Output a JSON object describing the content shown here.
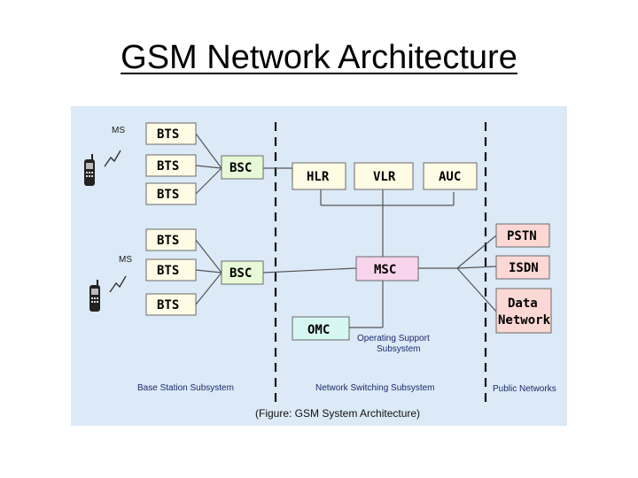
{
  "title": "GSM Network Architecture",
  "colors": {
    "panel": "#dce9f6",
    "bts": "#fffce6",
    "bsc": "#e8f9d8",
    "core": "#fffce6",
    "msc": "#f8d4ec",
    "omc": "#d6f7f1",
    "public": "#fbd8d4",
    "line": "#555555"
  },
  "labels": {
    "ms1": "MS",
    "ms2": "MS",
    "bts": [
      "BTS",
      "BTS",
      "BTS",
      "BTS",
      "BTS",
      "BTS"
    ],
    "bsc1": "BSC",
    "bsc2": "BSC",
    "hlr": "HLR",
    "vlr": "VLR",
    "auc": "AUC",
    "msc": "MSC",
    "omc": "OMC",
    "pstn": "PSTN",
    "isdn": "ISDN",
    "data_network_1": "Data",
    "data_network_2": "Network",
    "oss_1": "Operating Support",
    "oss_2": "Subsystem",
    "bss": "Base Station Subsystem",
    "nss": "Network Switching Subsystem",
    "public": "Public Networks",
    "caption": "(Figure: GSM System Architecture)"
  },
  "icons": [
    "mobile-phone-icon",
    "radio-link-icon"
  ]
}
